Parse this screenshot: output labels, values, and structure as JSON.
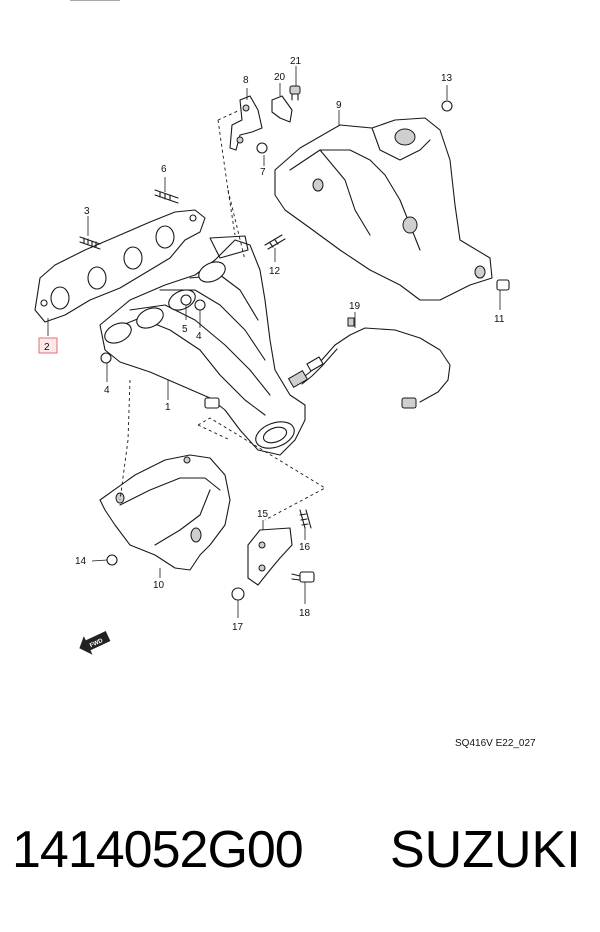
{
  "diagram": {
    "callouts": {
      "c1": "1",
      "c2": "2",
      "c3": "3",
      "c4a": "4",
      "c4b": "4",
      "c5": "5",
      "c6": "6",
      "c7": "7",
      "c8": "8",
      "c9": "9",
      "c10": "10",
      "c11": "11",
      "c12": "12",
      "c13": "13",
      "c14": "14",
      "c15": "15",
      "c16": "16",
      "c17": "17",
      "c18": "18",
      "c19": "19",
      "c20": "20",
      "c21": "21"
    },
    "highlighted_callout": "2",
    "highlight_color": "#e0707a",
    "fwd_label": "FWD",
    "reference_code": "SQ416V E22_027"
  },
  "caption": {
    "part_number": "1414052G00",
    "brand": "SUZUKI"
  }
}
